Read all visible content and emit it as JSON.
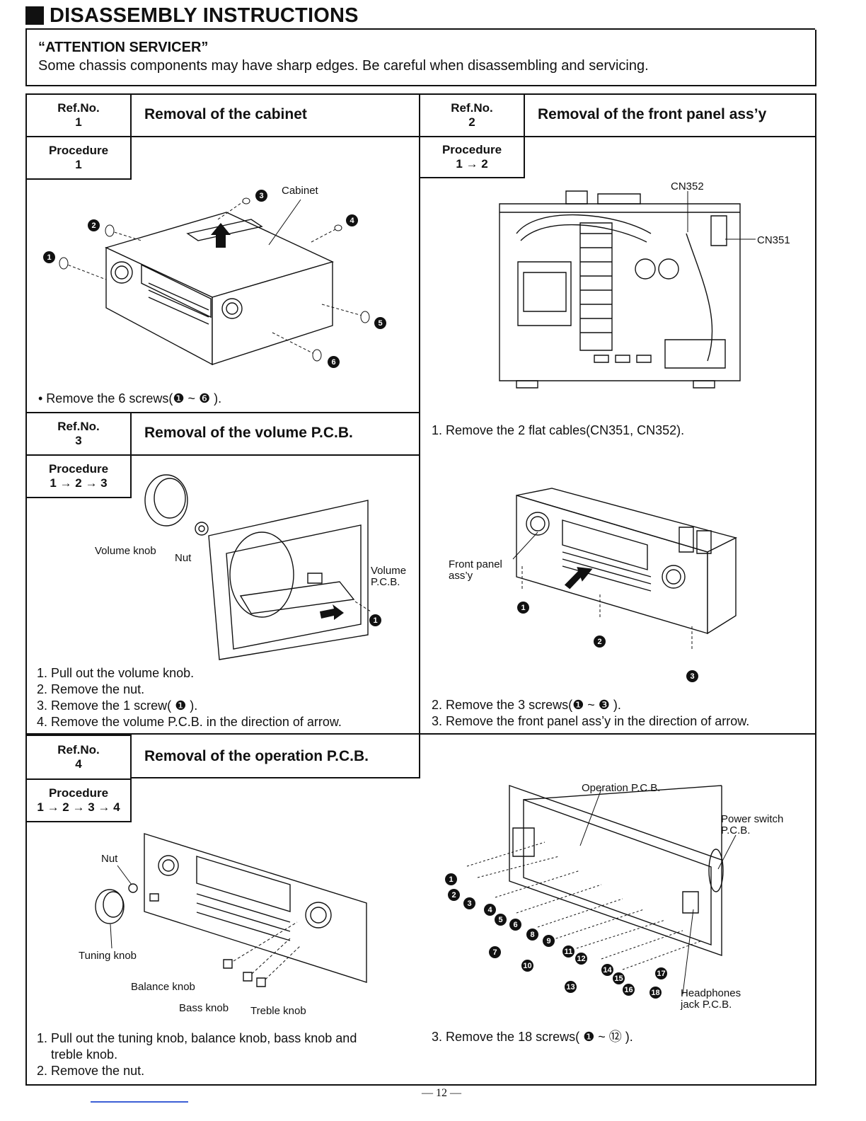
{
  "header": {
    "title": "DISASSEMBLY INSTRUCTIONS",
    "attention_title": "“ATTENTION SERVICER”",
    "attention_text": "Some chassis components may have sharp edges.   Be careful when disassembling and servicing."
  },
  "labels": {
    "ref_no": "Ref.No.",
    "procedure": "Procedure"
  },
  "sections": [
    {
      "ref": "1",
      "title": "Removal of the cabinet",
      "procedure": "1",
      "callouts": {
        "cabinet": "Cabinet"
      },
      "steps": [
        "• Remove the 6 screws(❶ ~ ❻ )."
      ]
    },
    {
      "ref": "2",
      "title": "Removal of the front panel ass’y",
      "procedure": "1 → 2",
      "callouts": {
        "cn352": "CN352",
        "cn351": "CN351",
        "front_panel": "Front panel",
        "front_panel_2": "ass’y"
      },
      "steps": [
        "1. Remove the 2 flat cables(CN351, CN352).",
        "2. Remove the 3 screws(❶ ~ ❸ ).",
        "3. Remove the front panel ass’y in the direction of arrow."
      ]
    },
    {
      "ref": "3",
      "title": "Removal of the volume P.C.B.",
      "procedure": "1 → 2 → 3",
      "callouts": {
        "volume_knob": "Volume knob",
        "nut": "Nut",
        "volume_pcb_1": "Volume",
        "volume_pcb_2": "P.C.B."
      },
      "steps": [
        "1. Pull out the volume knob.",
        "2. Remove the nut.",
        "3. Remove the 1 screw( ❶ ).",
        "4. Remove the volume P.C.B. in the direction of arrow."
      ]
    },
    {
      "ref": "4",
      "title": "Removal of the operation P.C.B.",
      "procedure": "1 → 2 → 3 → 4",
      "callouts": {
        "nut": "Nut",
        "tuning_knob": "Tuning knob",
        "balance_knob": "Balance knob",
        "bass_knob": "Bass knob",
        "treble_knob": "Treble knob",
        "operation_pcb": "Operation P.C.B.",
        "power_switch_1": "Power switch",
        "power_switch_2": "P.C.B.",
        "headphones_1": "Headphones",
        "headphones_2": "jack P.C.B."
      },
      "steps": [
        "1. Pull out the tuning knob, balance knob, bass knob and",
        "    treble knob.",
        "2. Remove the nut.",
        "3. Remove the 18 screws( ❶ ~ ⑫ )."
      ]
    }
  ],
  "numbers": [
    "1",
    "2",
    "3",
    "4",
    "5",
    "6",
    "7",
    "8",
    "9",
    "10",
    "11",
    "12",
    "13",
    "14",
    "15",
    "16",
    "17",
    "18"
  ],
  "footer": {
    "page": "— 12 —"
  }
}
